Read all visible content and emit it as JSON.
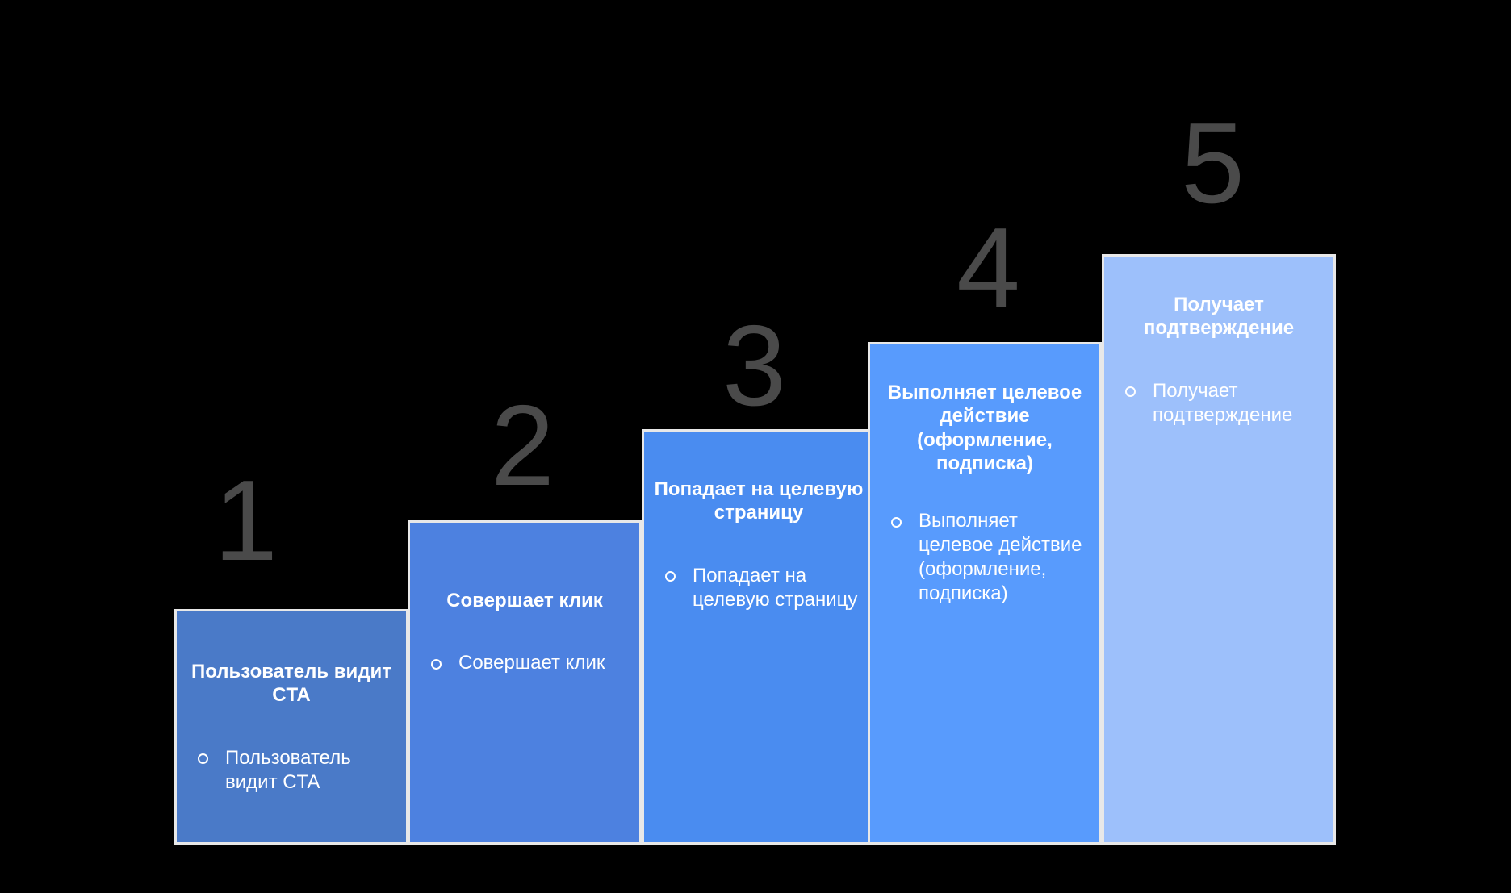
{
  "diagram": {
    "type": "ascending-bar-funnel",
    "background_color": "#000000",
    "number_color": "#4a4a4a",
    "border_color": "#e8e8e8",
    "text_color": "#ffffff",
    "steps": [
      {
        "number": "1",
        "title": "Пользователь видит CTA",
        "bullets": [
          "Пользователь видит CTA"
        ],
        "color": "#4a7ac8"
      },
      {
        "number": "2",
        "title": "Совершает клик",
        "bullets": [
          "Совершает клик"
        ],
        "color": "#4d81e0"
      },
      {
        "number": "3",
        "title": "Попадает на целевую страницу",
        "bullets": [
          "Попадает на целевую страницу"
        ],
        "color": "#4a8cf0"
      },
      {
        "number": "4",
        "title": "Выполняет целевое действие (оформление, подписка)",
        "bullets": [
          "Выполняет целевое действие (оформление, подписка)"
        ],
        "color": "#589bfd"
      },
      {
        "number": "5",
        "title": "Получает подтверждение",
        "bullets": [
          "Получает подтверждение"
        ],
        "color": "#9dc0fb"
      }
    ]
  }
}
